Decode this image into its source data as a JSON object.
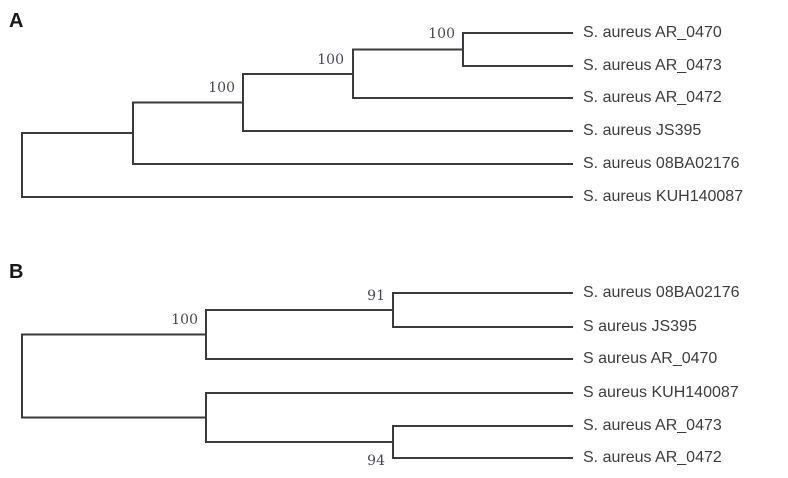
{
  "panels": [
    {
      "label": "A",
      "taxa": [
        "S. aureus AR_0470",
        "S. aureus AR_0473",
        "S. aureus AR_0472",
        "S. aureus JS395",
        "S. aureus 08BA02176",
        "S. aureus KUH140087"
      ],
      "bootstrap": [
        {
          "value": "100",
          "clade": "AR_0470 + AR_0473"
        },
        {
          "value": "100",
          "clade": "AR_0470 + AR_0473 + AR_0472"
        },
        {
          "value": "100",
          "clade": "AR_0470 + AR_0473 + AR_0472 + JS395"
        }
      ],
      "topology_newick": "(((((AR_0470,AR_0473)100,AR_0472)100,JS395)100,08BA02176),KUH140087);"
    },
    {
      "label": "B",
      "taxa": [
        "S. aureus 08BA02176",
        "S aureus JS395",
        "S aureus AR_0470",
        "S aureus KUH140087",
        "S. aureus AR_0473",
        "S. aureus AR_0472"
      ],
      "bootstrap": [
        {
          "value": "91",
          "clade": "08BA02176 + JS395"
        },
        {
          "value": "100",
          "clade": "08BA02176 + JS395 + AR_0470"
        },
        {
          "value": "94",
          "clade": "AR_0473 + AR_0472"
        }
      ],
      "topology_newick": "(((08BA02176,JS395)91,AR_0470)100,(KUH140087,(AR_0473,AR_0472)94));"
    }
  ],
  "colors": {
    "line": "#3b3b3b",
    "taxa_text": "#3d3d3d",
    "bootstrap_text": "#4a4557",
    "panel_label": "#181818",
    "background": "#ffffff"
  }
}
